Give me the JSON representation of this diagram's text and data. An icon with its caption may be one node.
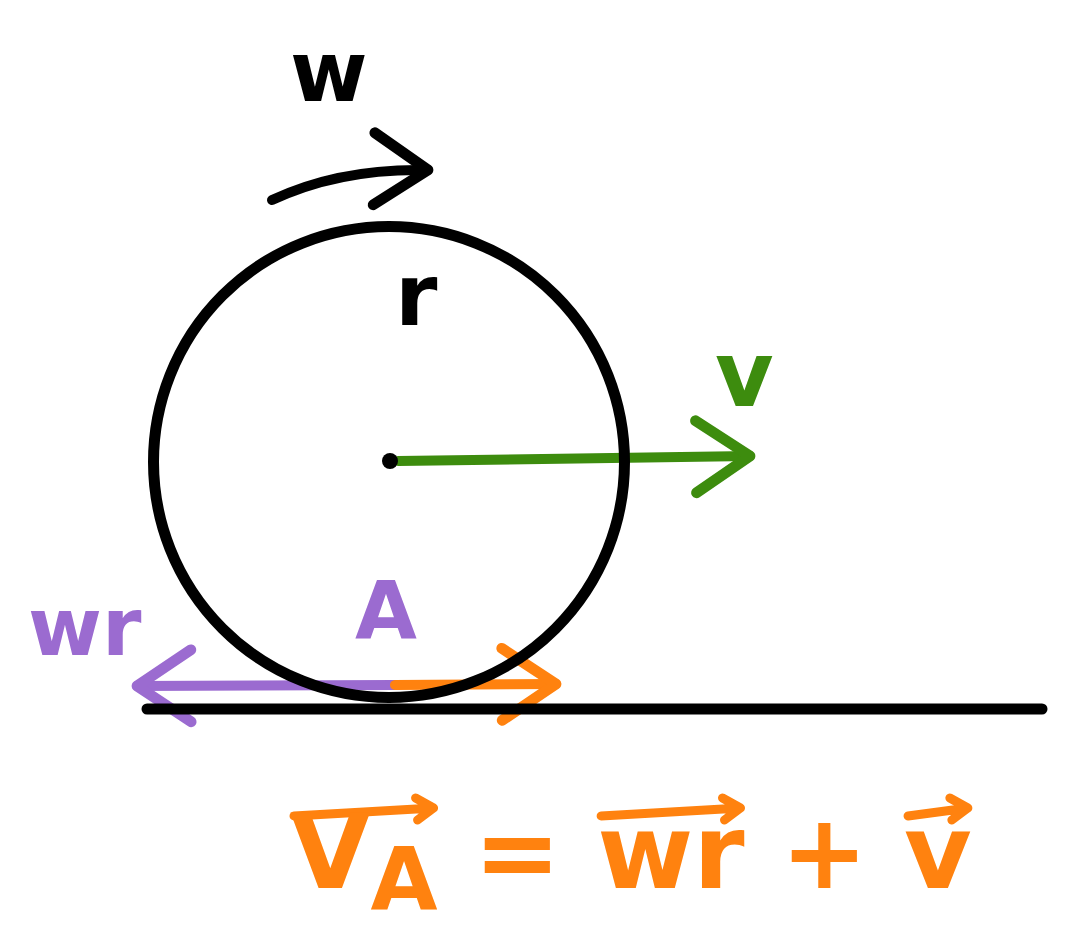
{
  "diagram": {
    "nodes": [
      {
        "text": [
          "r"
        ]
      },
      {
        "text": [],
        "shape": "circle",
        "in": 0
      },
      {
        "text": [
          "A"
        ],
        "in": 0
      }
    ],
    "edges": [
      {
        "from": 1,
        "to": null,
        "arrow": "to",
        "label": "v",
        "color": "#3d8c0e"
      },
      {
        "from": 2,
        "to": null,
        "arrow": "to",
        "label": "wr",
        "color": "#9b6bd0"
      },
      {
        "from": 2,
        "to": null,
        "arrow": "to",
        "color": "#ff820f"
      }
    ],
    "labels": [
      "w",
      "V$_{A}$ = wr + v"
    ]
  }
}
